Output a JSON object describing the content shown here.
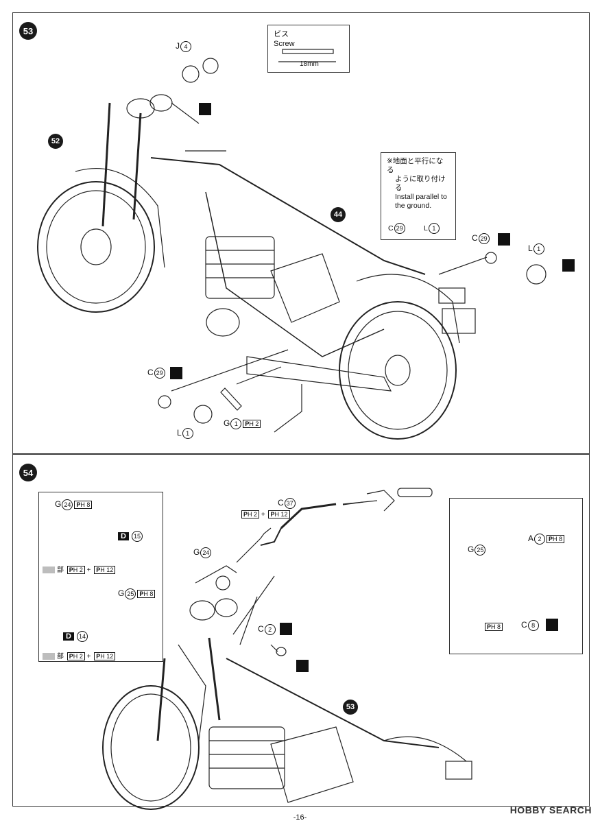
{
  "step53": {
    "badge": "53",
    "screw_box": {
      "title_jp": "ビス",
      "title_en": "Screw",
      "length": "18mm"
    },
    "callouts": {
      "j4_letter": "J",
      "j4_num": "4",
      "ref52": "52",
      "ref44": "44",
      "c29_right_letter": "C",
      "c29_right_num": "29",
      "l1_right_letter": "L",
      "l1_right_num": "1",
      "c29_left_letter": "C",
      "c29_left_num": "29",
      "l1_left_letter": "L",
      "l1_left_num": "1",
      "g1_letter": "G",
      "g1_num": "1",
      "g1_ph": "2"
    },
    "note": {
      "jp_line1": "※地面と平行になる",
      "jp_line2": "ように取り付ける",
      "en_line1": "Install parallel to",
      "en_line2": "the ground.",
      "c29_letter": "C",
      "c29_num": "29",
      "l1_letter": "L",
      "l1_num": "1"
    }
  },
  "step54": {
    "badge": "54",
    "left_box": {
      "g24_letter": "G",
      "g24_num": "24",
      "g24_ph": "8",
      "d15_letter": "D",
      "d15_num": "15",
      "paint1_jp": "部",
      "paint1_a": "2",
      "paint1_plus": "+",
      "paint1_b": "12",
      "g25_letter": "G",
      "g25_num": "25",
      "g25_ph": "8",
      "d14_letter": "D",
      "d14_num": "14",
      "paint2_jp": "部",
      "paint2_a": "2",
      "paint2_plus": "+",
      "paint2_b": "12"
    },
    "callouts": {
      "c37_letter": "C",
      "c37_num": "37",
      "ph_left": "2",
      "ph_plus": "+",
      "ph_right": "12",
      "g24_letter": "G",
      "g24_num": "24",
      "c2_letter": "C",
      "c2_num": "2",
      "ref53": "53"
    },
    "right_box": {
      "a2_letter": "A",
      "a2_num": "2",
      "a2_ph": "8",
      "g25_letter": "G",
      "g25_num": "25",
      "ph8": "8",
      "c8_letter": "C",
      "c8_num": "8"
    }
  },
  "footer": {
    "page": "-16-",
    "watermark": "HOBBY SEARCH"
  },
  "colors": {
    "ink": "#111111",
    "paint_gray": "#bdbdbd"
  }
}
